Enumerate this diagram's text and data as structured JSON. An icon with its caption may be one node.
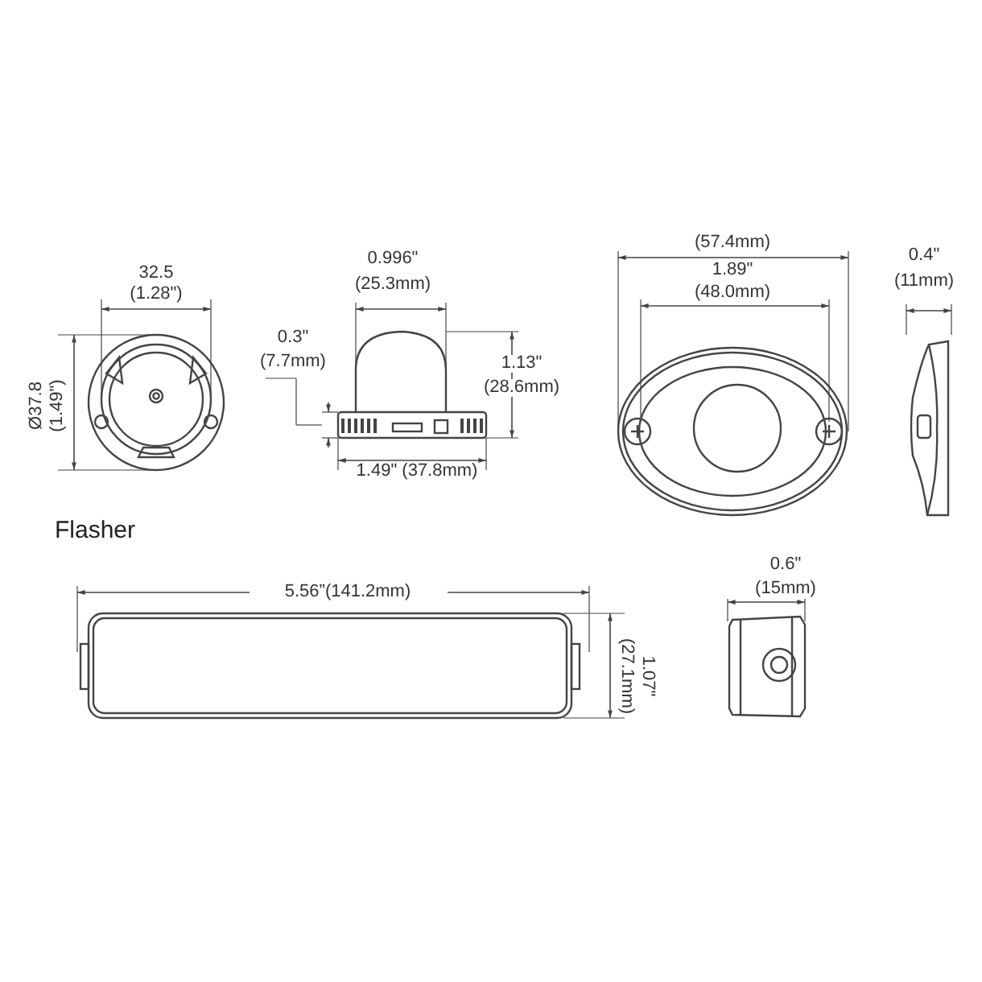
{
  "diagram": {
    "labels": [
      "32.5",
      "(1.28\")",
      "Ø37.8",
      "(1.49\")",
      "0.996\"",
      "(25.3mm)",
      "0.3\"",
      "(7.7mm)",
      "1.13\"",
      "(28.6mm)",
      "1.49\" (37.8mm)",
      "(57.4mm)",
      "1.89\"",
      "(48.0mm)",
      "0.4\"",
      "(11mm)",
      "Flasher",
      "5.56”(141.2mm)",
      "1.07\"",
      "(27.1mm)",
      "0.6\"",
      "(15mm)"
    ]
  }
}
